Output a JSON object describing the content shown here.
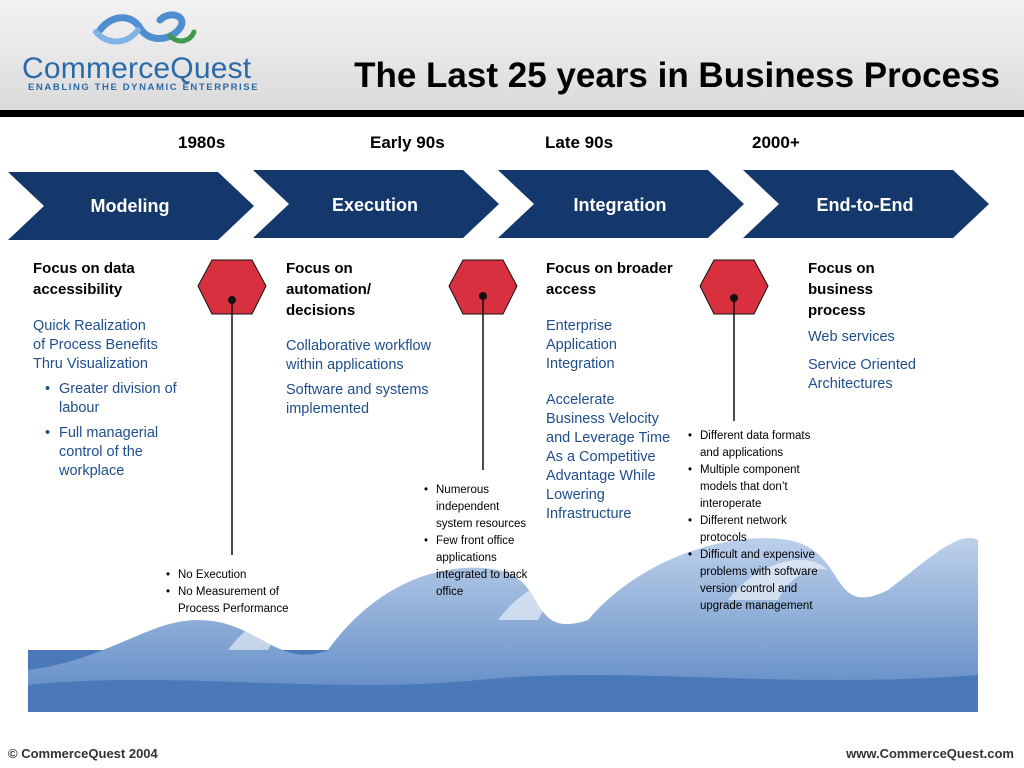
{
  "header": {
    "logo_name": "CommerceQuest",
    "logo_tagline": "ENABLING THE DYNAMIC ENTERPRISE",
    "title": "The Last 25 years in Business Process"
  },
  "eras": [
    "1980s",
    "Early 90s",
    "Late 90s",
    "2000+"
  ],
  "phases": [
    "Modeling",
    "Execution",
    "Integration",
    "End-to-End"
  ],
  "columns": [
    {
      "heading": "Focus on data accessibility",
      "lines": [
        "Quick Realization",
        "of Process Benefits",
        "Thru Visualization"
      ],
      "bullets": [
        "Greater division of labour",
        "Full managerial control of the workplace"
      ],
      "notes": [
        "No Execution",
        "No Measurement of Process Performance"
      ]
    },
    {
      "heading": "Focus on automation/ decisions",
      "paras": [
        "Collaborative workflow within applications",
        "Software and systems implemented"
      ],
      "notes": [
        "Numerous independent system resources",
        "Few front office applications integrated to back office"
      ]
    },
    {
      "heading": "Focus on broader access",
      "paras": [
        "Enterprise Application Integration",
        "Accelerate Business Velocity and Leverage Time As a Competitive Advantage While Lowering Infrastructure"
      ],
      "notes": [
        "Different data formats and applications",
        "Multiple component models that don’t interoperate",
        "Different network protocols",
        "Difficult and expensive problems with software version control and upgrade management"
      ]
    },
    {
      "heading": "Focus on business process",
      "paras": [
        "Web services",
        "Service Oriented Architectures"
      ]
    }
  ],
  "footer": {
    "copyright": "© CommerceQuest 2004",
    "url": "www.CommerceQuest.com"
  },
  "colors": {
    "chevron": "#14386b",
    "stop_sign": "#d9303f",
    "body_text_blue": "#1f4e8c",
    "wave": "#4a78b8"
  },
  "icons": [
    "logo-swirl-icon",
    "stop-sign-icon",
    "wave-graphic"
  ]
}
